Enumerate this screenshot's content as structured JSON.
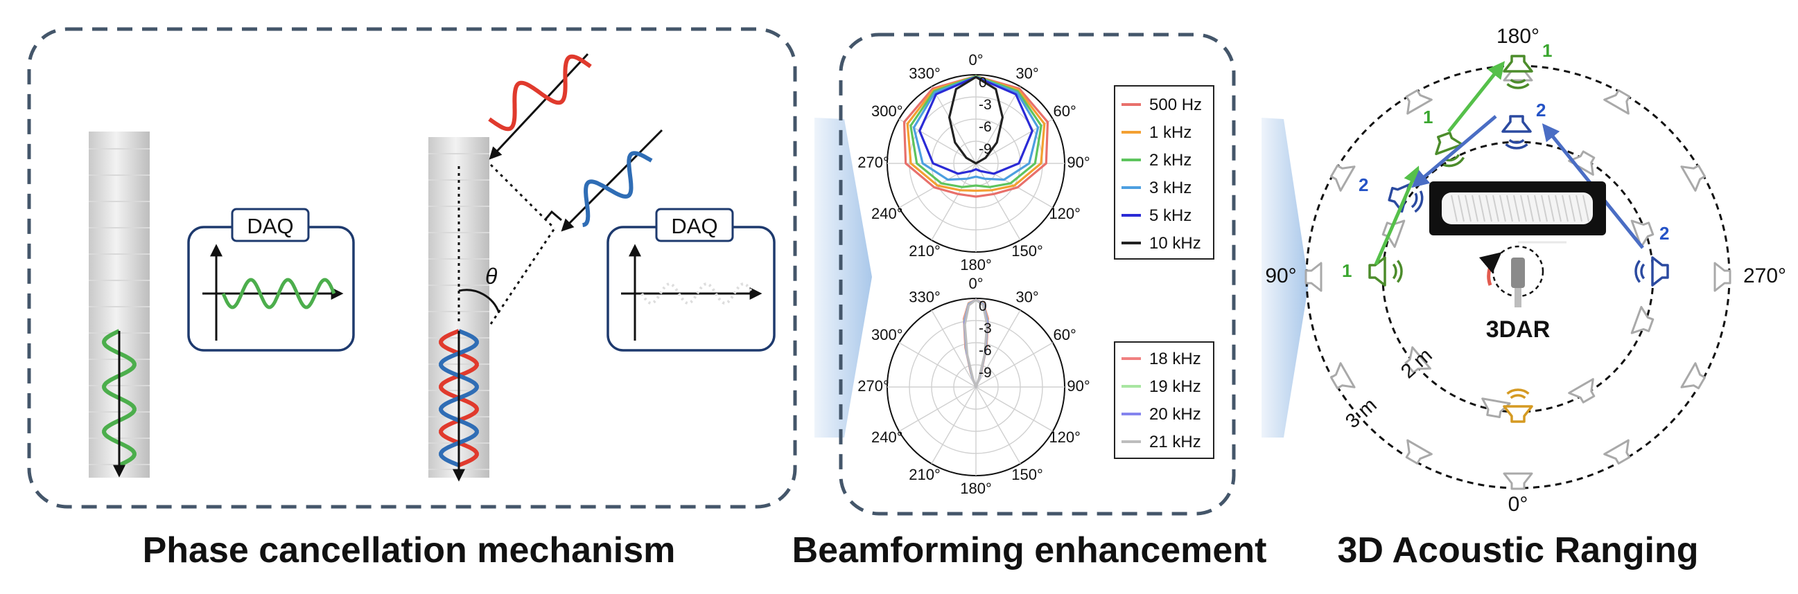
{
  "panels": {
    "phase": {
      "caption": "Phase cancellation mechanism",
      "daq_left": "DAQ",
      "daq_right": "DAQ",
      "theta": "θ"
    },
    "beam": {
      "caption": "Beamforming enhancement",
      "angle_labels": [
        "0°",
        "30°",
        "60°",
        "90°",
        "120°",
        "150°",
        "180°",
        "210°",
        "240°",
        "270°",
        "300°",
        "330°"
      ],
      "radial_labels": [
        "0",
        "-3",
        "-6",
        "-9"
      ],
      "legend_top": [
        "500 Hz",
        "1 kHz",
        "2 kHz",
        "3 kHz",
        "5 kHz",
        "10 kHz"
      ],
      "legend_bottom": [
        "18 kHz",
        "19 kHz",
        "20 kHz",
        "21 kHz"
      ]
    },
    "ranging": {
      "caption": "3D Acoustic Ranging",
      "angle_180": "180°",
      "angle_270": "270°",
      "angle_90": "90°",
      "angle_0": "0°",
      "ring_2m": "2 m",
      "ring_3m": "3 m",
      "device_label": "3DAR",
      "source_numbers": [
        "1",
        "1",
        "1",
        "2",
        "2",
        "2"
      ]
    }
  },
  "colors": {
    "panel_border": "#44566a",
    "red_wave": "#e03a2d",
    "blue_wave": "#2f6db5",
    "green_wave": "#4cae4c",
    "daq_frame": "#1e3a6e",
    "speaker_gray": "#a9a9a9",
    "speaker_green": "#4c8c2b",
    "speaker_blue": "#2b4aa0",
    "speaker_orange": "#d59a22",
    "number_green": "#3aa62f",
    "number_blue": "#2553c6",
    "arrow_green": "#55c04a",
    "arrow_blue": "#4a6dc4"
  },
  "icons": [
    "speaker-icon",
    "microphone-array-icon",
    "arrow-icon",
    "sine-wave-icon"
  ],
  "chart_data": [
    {
      "type": "polar",
      "theta_labels": [
        "0°",
        "30°",
        "60°",
        "90°",
        "120°",
        "150°",
        "180°",
        "210°",
        "240°",
        "270°",
        "300°",
        "330°"
      ],
      "r_labels": [
        "0",
        "-3",
        "-6",
        "-9"
      ],
      "r_range_db": [
        -12,
        0
      ],
      "legend_placement": "right",
      "series": [
        {
          "name": "500 Hz",
          "color": "#e8706b",
          "theta_deg": [
            0,
            30,
            60,
            90,
            120,
            150,
            180,
            210,
            240,
            270,
            300,
            330
          ],
          "r_db": [
            -0.2,
            -0.3,
            -0.8,
            -2.5,
            -5.5,
            -7.2,
            -7.5,
            -7.2,
            -5.5,
            -2.5,
            -0.8,
            -0.3
          ]
        },
        {
          "name": "1 kHz",
          "color": "#f3a032",
          "theta_deg": [
            0,
            30,
            60,
            90,
            120,
            150,
            180,
            210,
            240,
            270,
            300,
            330
          ],
          "r_db": [
            -0.2,
            -0.5,
            -1.3,
            -3.2,
            -6.0,
            -7.8,
            -8.3,
            -7.8,
            -6.0,
            -3.2,
            -1.3,
            -0.5
          ]
        },
        {
          "name": "2 kHz",
          "color": "#5ec45e",
          "theta_deg": [
            0,
            30,
            60,
            90,
            120,
            150,
            180,
            210,
            240,
            270,
            300,
            330
          ],
          "r_db": [
            -0.2,
            -0.7,
            -1.8,
            -4.0,
            -6.6,
            -8.3,
            -9.0,
            -8.3,
            -6.6,
            -4.0,
            -1.8,
            -0.7
          ]
        },
        {
          "name": "3 kHz",
          "color": "#4d9fe0",
          "theta_deg": [
            0,
            30,
            60,
            90,
            120,
            150,
            180,
            210,
            240,
            270,
            300,
            330
          ],
          "r_db": [
            -0.3,
            -0.9,
            -2.3,
            -4.8,
            -7.6,
            -9.6,
            -10.2,
            -9.6,
            -7.6,
            -4.8,
            -2.3,
            -0.9
          ]
        },
        {
          "name": "5 kHz",
          "color": "#2b2bd6",
          "theta_deg": [
            0,
            30,
            60,
            90,
            120,
            150,
            180,
            210,
            240,
            270,
            300,
            330
          ],
          "r_db": [
            -0.3,
            -1.2,
            -3.2,
            -6.2,
            -9.2,
            -10.8,
            -11.2,
            -10.8,
            -9.2,
            -6.2,
            -3.2,
            -1.2
          ]
        },
        {
          "name": "10 kHz",
          "color": "#222222",
          "theta_deg": [
            0,
            15,
            30,
            45,
            60,
            90,
            180,
            270,
            300,
            315,
            330,
            345
          ],
          "r_db": [
            -0.3,
            -1.6,
            -4.8,
            -8.0,
            -10.5,
            -12,
            -12,
            -12,
            -10.5,
            -8.0,
            -4.8,
            -1.6
          ]
        }
      ]
    },
    {
      "type": "polar",
      "theta_labels": [
        "0°",
        "30°",
        "60°",
        "90°",
        "120°",
        "150°",
        "180°",
        "210°",
        "240°",
        "270°",
        "300°",
        "330°"
      ],
      "r_labels": [
        "0",
        "-3",
        "-6",
        "-9"
      ],
      "r_range_db": [
        -12,
        0
      ],
      "legend_placement": "right",
      "series": [
        {
          "name": "18 kHz",
          "color": "#f08080",
          "theta_deg": [
            0,
            5,
            10,
            15,
            20,
            30,
            330,
            340,
            345,
            350,
            355
          ],
          "r_db": [
            -0.2,
            -0.6,
            -2.6,
            -6.5,
            -10.0,
            -12,
            -12,
            -10.0,
            -6.5,
            -2.6,
            -0.6
          ]
        },
        {
          "name": "19 kHz",
          "color": "#a8e6a1",
          "theta_deg": [
            0,
            5,
            10,
            15,
            20,
            30,
            330,
            340,
            345,
            350,
            355
          ],
          "r_db": [
            -0.2,
            -0.7,
            -2.9,
            -6.9,
            -10.3,
            -12,
            -12,
            -10.3,
            -6.9,
            -2.9,
            -0.7
          ]
        },
        {
          "name": "20 kHz",
          "color": "#8484ee",
          "theta_deg": [
            0,
            5,
            10,
            15,
            20,
            30,
            330,
            340,
            345,
            350,
            355
          ],
          "r_db": [
            -0.2,
            -0.8,
            -3.1,
            -7.2,
            -10.6,
            -12,
            -12,
            -10.6,
            -7.2,
            -3.1,
            -0.8
          ]
        },
        {
          "name": "21 kHz",
          "color": "#bdbdbd",
          "theta_deg": [
            0,
            5,
            10,
            15,
            20,
            30,
            330,
            340,
            345,
            350,
            355
          ],
          "r_db": [
            -0.2,
            -0.9,
            -3.4,
            -7.5,
            -10.9,
            -12,
            -12,
            -10.9,
            -7.5,
            -3.4,
            -0.9
          ]
        }
      ]
    }
  ]
}
